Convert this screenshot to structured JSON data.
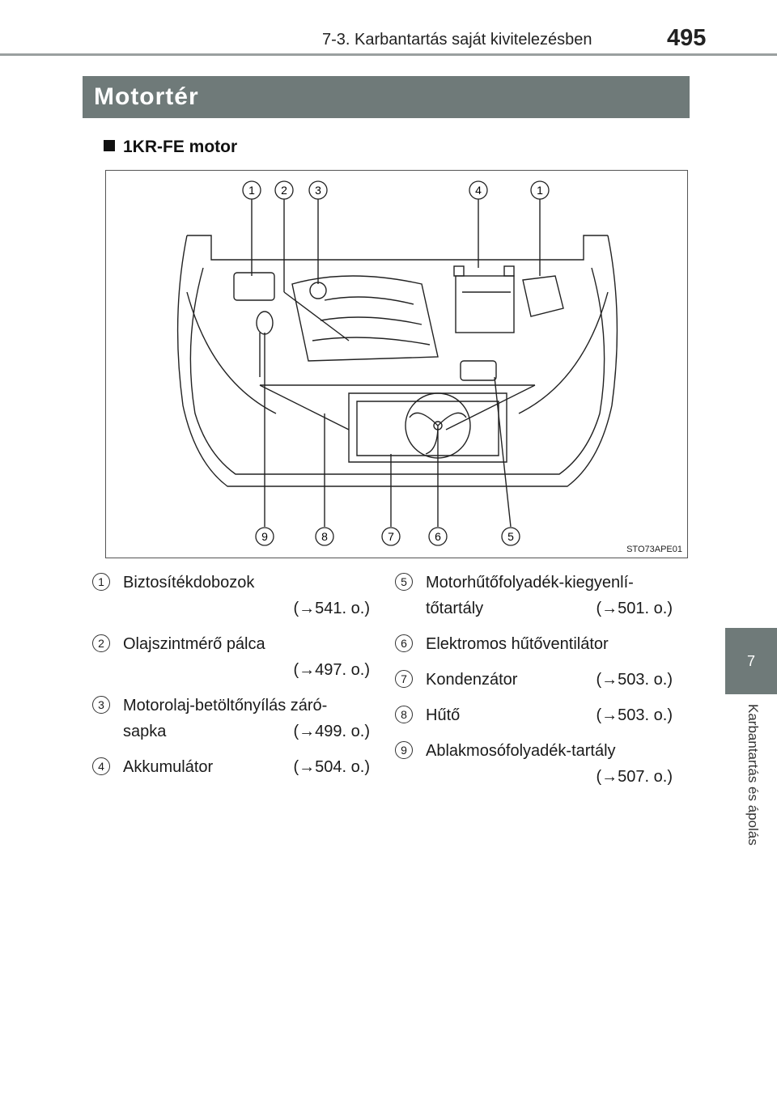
{
  "header": {
    "title": "7-3. Karbantartás saját kivitelezésben",
    "page_number": "495"
  },
  "section": {
    "title": "Motortér"
  },
  "subheading": "1KR-FE motor",
  "figure": {
    "code": "STO73APE01",
    "top_callouts": [
      "1",
      "2",
      "3",
      "4",
      "1"
    ],
    "bottom_callouts": [
      "9",
      "8",
      "7",
      "6",
      "5"
    ]
  },
  "side_tab": {
    "number": "7",
    "label": "Karbantartás és ápolás"
  },
  "legend": {
    "left": [
      {
        "num": "1",
        "lines": [
          [
            "Biztosítékdobozok",
            ""
          ],
          [
            "",
            "(→541. o.)"
          ]
        ]
      },
      {
        "num": "2",
        "lines": [
          [
            "Olajszintmérő pálca",
            ""
          ],
          [
            "",
            "(→497. o.)"
          ]
        ]
      },
      {
        "num": "3",
        "lines": [
          [
            "Motorolaj-betöltőnyílás záró-",
            ""
          ],
          [
            "sapka",
            "(→499. o.)"
          ]
        ]
      },
      {
        "num": "4",
        "lines": [
          [
            "Akkumulátor",
            "(→504. o.)"
          ]
        ]
      }
    ],
    "right": [
      {
        "num": "5",
        "lines": [
          [
            "Motorhűtőfolyadék-kiegyenlí-",
            ""
          ],
          [
            "tőtartály",
            "(→501. o.)"
          ]
        ]
      },
      {
        "num": "6",
        "lines": [
          [
            "Elektromos hűtőventilátor",
            ""
          ]
        ]
      },
      {
        "num": "7",
        "lines": [
          [
            "Kondenzátor",
            "(→503. o.)"
          ]
        ]
      },
      {
        "num": "8",
        "lines": [
          [
            "Hűtő",
            "(→503. o.)"
          ]
        ]
      },
      {
        "num": "9",
        "lines": [
          [
            "Ablakmosófolyadék-tartály",
            ""
          ],
          [
            "",
            "(→507. o.)"
          ]
        ]
      }
    ]
  }
}
